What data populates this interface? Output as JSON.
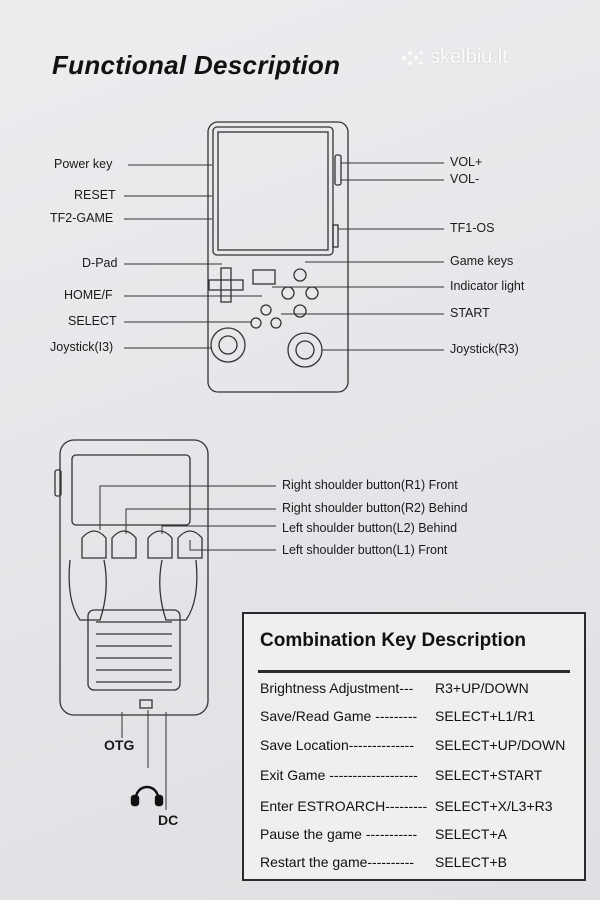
{
  "header": {
    "title": "Functional Description",
    "watermark": "skelbiu.lt"
  },
  "front_labels_left": [
    {
      "id": "power-key",
      "text": "Power key"
    },
    {
      "id": "reset",
      "text": "RESET"
    },
    {
      "id": "tf2-game",
      "text": "TF2-GAME"
    },
    {
      "id": "d-pad",
      "text": "D-Pad"
    },
    {
      "id": "home-f",
      "text": "HOME/F"
    },
    {
      "id": "select",
      "text": "SELECT"
    },
    {
      "id": "joystick-l3",
      "text": "Joystick(I3)"
    }
  ],
  "front_labels_right": [
    {
      "id": "vol-plus",
      "text": "VOL+"
    },
    {
      "id": "vol-minus",
      "text": "VOL-"
    },
    {
      "id": "tf1-os",
      "text": "TF1-OS"
    },
    {
      "id": "game-keys",
      "text": "Game keys"
    },
    {
      "id": "indicator-light",
      "text": "Indicator light"
    },
    {
      "id": "start",
      "text": "START"
    },
    {
      "id": "joystick-r3",
      "text": "Joystick(R3)"
    }
  ],
  "back_labels": [
    {
      "id": "r1",
      "text": "Right shoulder button(R1) Front"
    },
    {
      "id": "r2",
      "text": "Right shoulder button(R2) Behind"
    },
    {
      "id": "l2",
      "text": "Left shoulder button(L2) Behind"
    },
    {
      "id": "l1",
      "text": "Left shoulder button(L1) Front"
    }
  ],
  "bottom_labels": {
    "otg": "OTG",
    "dc": "DC",
    "headphone_icon": "headphone-icon"
  },
  "combination": {
    "title": "Combination Key Description",
    "rows": [
      {
        "label": "Brightness Adjustment",
        "dash": "---",
        "value": "R3+UP/DOWN"
      },
      {
        "label": "Save/Read Game",
        "dash": " ---------",
        "value": "SELECT+L1/R1"
      },
      {
        "label": "Save Location",
        "dash": "--------------",
        "value": "SELECT+UP/DOWN"
      },
      {
        "label": "Exit Game",
        "dash": " -------------------",
        "value": "SELECT+START"
      },
      {
        "label": "Enter ESTROARCH",
        "dash": "---------",
        "value": "SELECT+X/L3+R3"
      },
      {
        "label": "Pause the game",
        "dash": " -----------",
        "value": "SELECT+A"
      },
      {
        "label": "Restart the game",
        "dash": "----------",
        "value": "SELECT+B"
      }
    ]
  },
  "colors": {
    "paper": "#e7e7e9",
    "ink": "#1c1c1e",
    "line": "#333333"
  }
}
